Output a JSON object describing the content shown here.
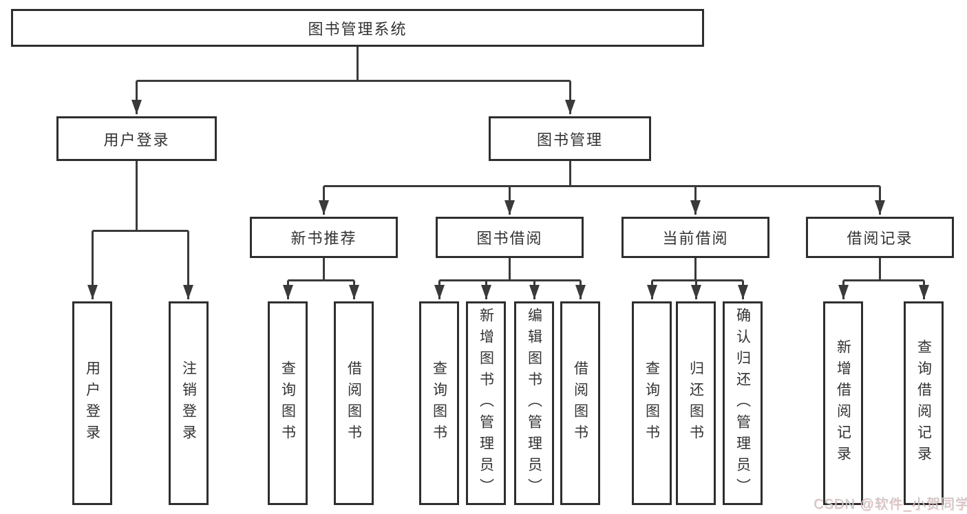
{
  "colors": {
    "line": "#3a3a3a",
    "border": "#2e2e2e",
    "text": "#333333",
    "watermark": "#c9c9c9",
    "background": "#ffffff"
  },
  "tree": {
    "root": "图书管理系统",
    "level2": [
      {
        "label": "用户登录",
        "children": [
          "用户登录",
          "注销登录"
        ]
      },
      {
        "label": "图书管理"
      }
    ],
    "sections": [
      {
        "label": "新书推荐",
        "children": [
          "查询图书",
          "借阅图书"
        ]
      },
      {
        "label": "图书借阅",
        "children": [
          "查询图书",
          "新增图书（管理员）",
          "编辑图书（管理员）",
          "借阅图书"
        ]
      },
      {
        "label": "当前借阅",
        "children": [
          "查询图书",
          "归还图书",
          "确认归还（管理员）"
        ]
      },
      {
        "label": "借阅记录",
        "children": [
          "新增借阅记录",
          "查询借阅记录"
        ]
      }
    ]
  },
  "watermark": "CSDN @软件_小贺同学"
}
